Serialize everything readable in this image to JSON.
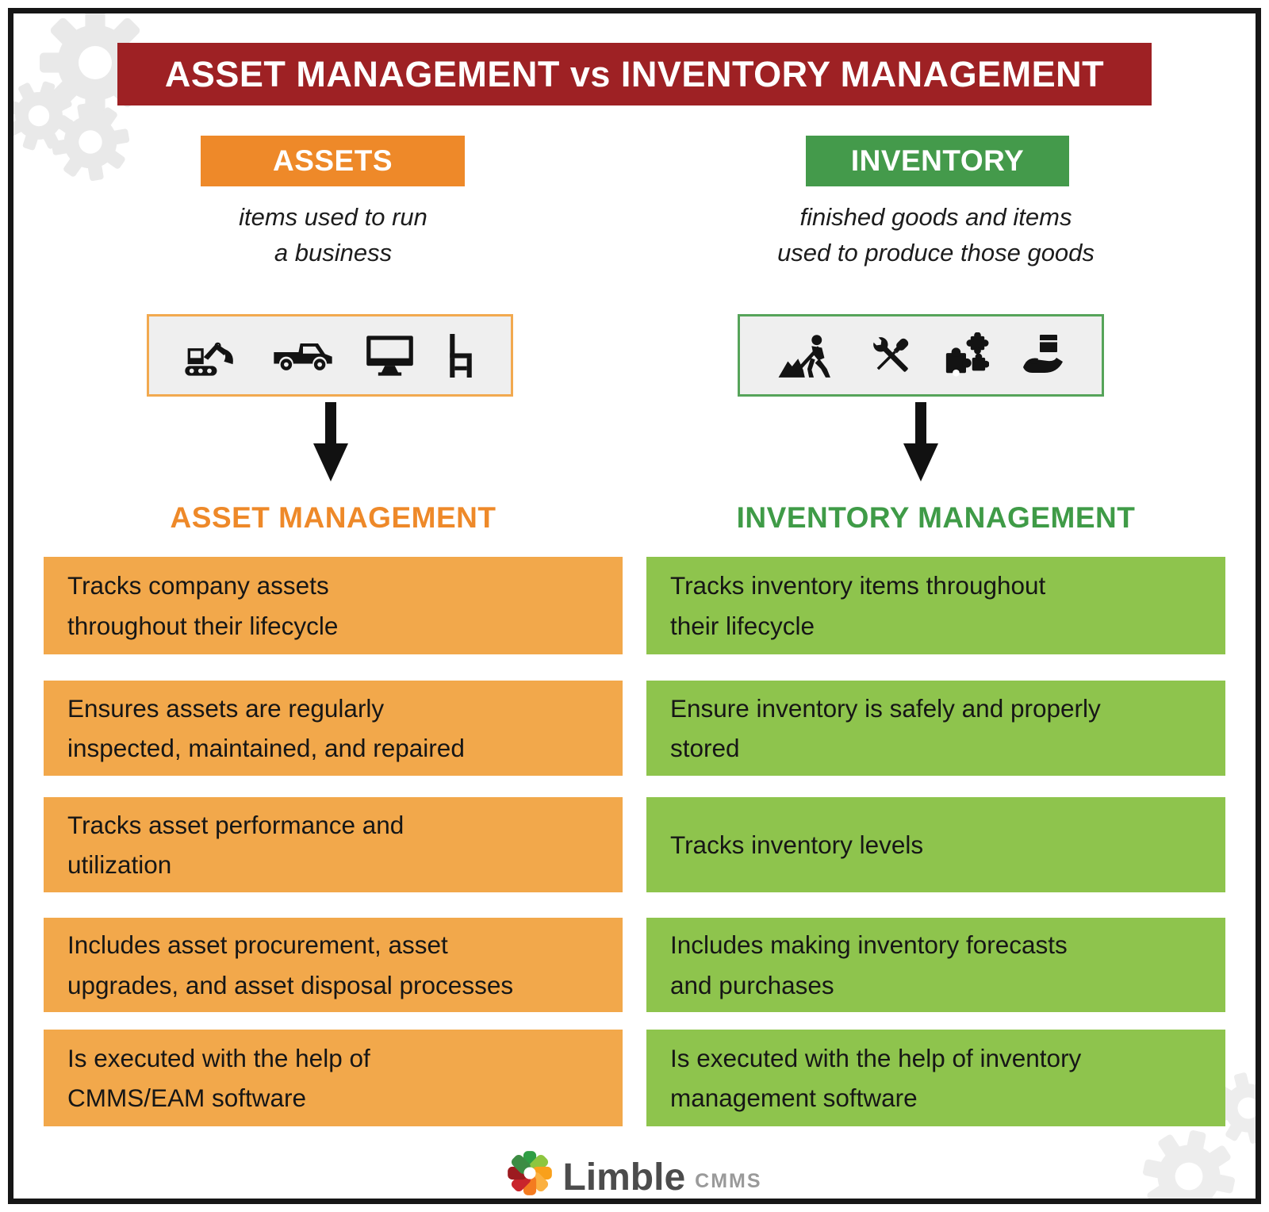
{
  "banner": {
    "title": "ASSET MANAGEMENT vs INVENTORY MANAGEMENT"
  },
  "colors": {
    "banner_bg": "#9E2124",
    "assets_header_bg": "#EE8929",
    "assets_box_bg": "#F2A84B",
    "assets_heading_text": "#EE8929",
    "inventory_header_bg": "#449A4B",
    "inventory_box_bg": "#8EC44D",
    "inventory_heading_text": "#3F9B47",
    "iconbox_bg": "#EFEFEF",
    "watermark_gear": "#E9E9E9"
  },
  "columns": {
    "assets": {
      "header": "ASSETS",
      "subtitle": "items used to run\na business",
      "icons": [
        "excavator-icon",
        "pickup-truck-icon",
        "desktop-monitor-icon",
        "chair-icon"
      ],
      "heading": "ASSET MANAGEMENT",
      "items": [
        "Tracks company assets\nthroughout their lifecycle",
        "Ensures assets are regularly\ninspected, maintained, and repaired",
        "Tracks asset performance and\nutilization",
        "Includes asset procurement, asset\nupgrades, and asset disposal processes",
        "Is executed with the help of\nCMMS/EAM software"
      ]
    },
    "inventory": {
      "header": "INVENTORY",
      "subtitle": "finished goods and items\nused to produce those goods",
      "icons": [
        "worker-raw-materials-icon",
        "tools-icon",
        "puzzle-parts-icon",
        "hand-holding-goods-icon"
      ],
      "heading": "INVENTORY MANAGEMENT",
      "items": [
        "Tracks inventory items throughout\ntheir lifecycle",
        "Ensure inventory is safely and properly\nstored",
        "Tracks inventory levels",
        "Includes making inventory forecasts\nand purchases",
        "Is executed with the help of inventory\nmanagement software"
      ]
    }
  },
  "footer": {
    "brand": "Limble",
    "brand_suffix": "CMMS"
  }
}
